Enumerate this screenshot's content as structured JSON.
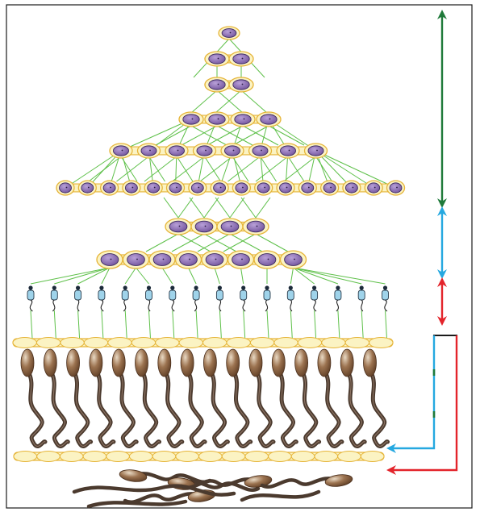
{
  "diagram": {
    "description_text": "",
    "colors": {
      "frame": "#1a1a1a",
      "cyst_fill": "#fbf3c3",
      "cyst_stroke": "#e6b53a",
      "nucleus_fill": "#8c6bb8",
      "nucleus_stroke": "#3d2a63",
      "link_line": "#5ec049",
      "spermatid_body": "#9fd3ea",
      "spermatid_head": "#1c2a3a",
      "sperm_head": "#7a5434",
      "sperm_head_light": "#d8c1a4",
      "sperm_tail": "#4b3a2e",
      "green_arrow": "#1f7a3a",
      "blue_arrow": "#25a8e0",
      "red_arrow": "#e3242b",
      "dark_arrow": "#1a1a1a"
    },
    "stages": [
      {
        "name": "single-cell",
        "count": 1
      },
      {
        "name": "two-cell",
        "count": 2
      },
      {
        "name": "two-cell-b",
        "count": 2
      },
      {
        "name": "four-cell",
        "count": 4
      },
      {
        "name": "eight-cell",
        "count": 8
      },
      {
        "name": "sixteen-cell",
        "count": 16
      },
      {
        "name": "spermatocyte-four",
        "count": 4
      },
      {
        "name": "spermatocyte-eight",
        "count": 8
      },
      {
        "name": "spermatids",
        "count": 16
      },
      {
        "name": "elongating-spermatozoa",
        "count": 16
      },
      {
        "name": "empty-cyst",
        "count": 16
      },
      {
        "name": "released-spermatozoa",
        "count": 5
      }
    ],
    "arrows": [
      {
        "name": "green-double-arrow",
        "color": "#1f7a3a"
      },
      {
        "name": "blue-double-arrow",
        "color": "#25a8e0"
      },
      {
        "name": "red-double-arrow",
        "color": "#e3242b"
      },
      {
        "name": "blue-return-arrow",
        "color": "#25a8e0"
      },
      {
        "name": "red-return-arrow",
        "color": "#e3242b"
      }
    ]
  }
}
